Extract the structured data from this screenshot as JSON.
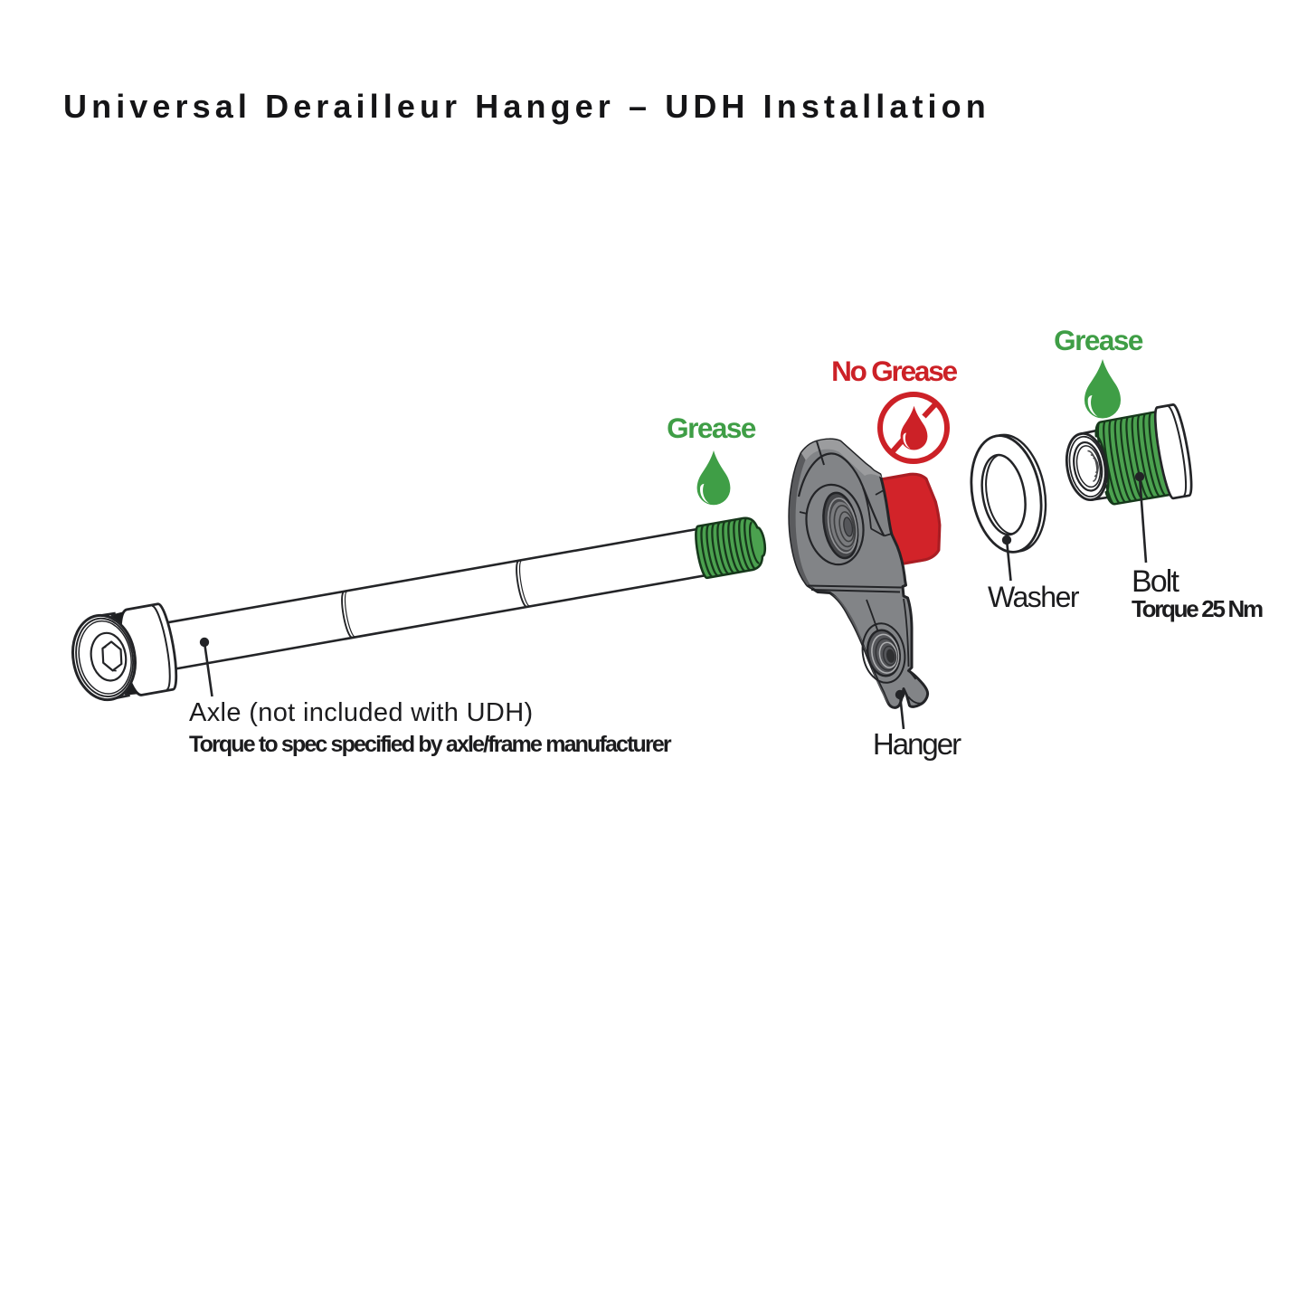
{
  "title": "Universal Derailleur Hanger – UDH Installation",
  "annotations": {
    "grease_axle": {
      "label": "Grease",
      "icon": "grease-droplet-icon"
    },
    "no_grease": {
      "label": "No Grease",
      "icon": "no-grease-droplet-icon"
    },
    "grease_bolt": {
      "label": "Grease",
      "icon": "grease-droplet-icon"
    }
  },
  "parts": {
    "axle": {
      "label": "Axle (not included with UDH)",
      "note": "Torque to spec specified by axle/frame manufacturer"
    },
    "hanger": {
      "label": "Hanger"
    },
    "washer": {
      "label": "Washer"
    },
    "bolt": {
      "label": "Bolt",
      "note": "Torque 25 Nm"
    }
  },
  "colors": {
    "green": "#3f9e46",
    "thread_green": "#4ba14f",
    "green_dark": "#16381b",
    "red": "#cc2127",
    "red_fill": "#d22329",
    "red_edge": "#aa1d23",
    "ink": "#232427",
    "text": "#1c1c1e",
    "gray_body": "#828487",
    "gray_dark": "#5a5b5e",
    "gray_light": "#9b9c9e",
    "background": "#ffffff"
  }
}
